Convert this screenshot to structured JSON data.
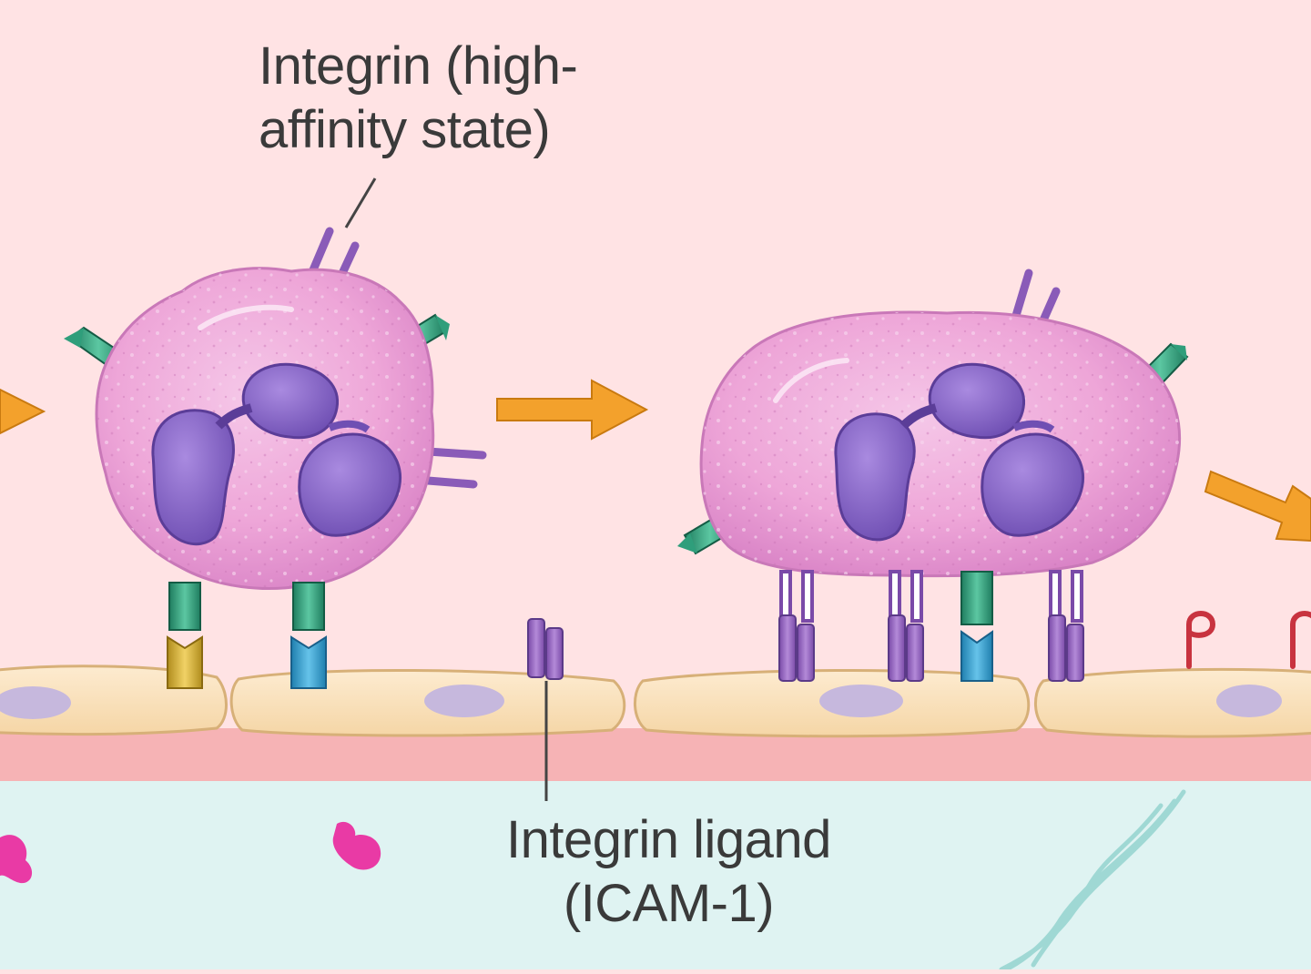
{
  "labels": {
    "integrin_high_affinity": {
      "line1": "Integrin (high-",
      "line2": "affinity state)"
    },
    "integrin_ligand": {
      "line1": "Integrin ligand",
      "line2": "(ICAM-1)"
    }
  },
  "colors": {
    "vessel_lumen": "#ffe3e4",
    "basement_membrane": "#f6b3b5",
    "tissue": "#dff3f2",
    "endothelial_cell": "#fbe2bd",
    "endothelial_nucleus": "#c6b8dd",
    "leukocyte": "#f2a8d9",
    "leukocyte_nucleus": "#8d6bc8",
    "integrin_purple": "#9d6fc4",
    "selectin_ligand_green": "#2f9e7b",
    "e_selectin_yellow": "#d9b437",
    "p_selectin_blue": "#3aa3cf",
    "arrow_orange": "#f3a12c",
    "chemokine_magenta": "#e93aa5",
    "collagen_fiber": "#9fd8d4"
  }
}
